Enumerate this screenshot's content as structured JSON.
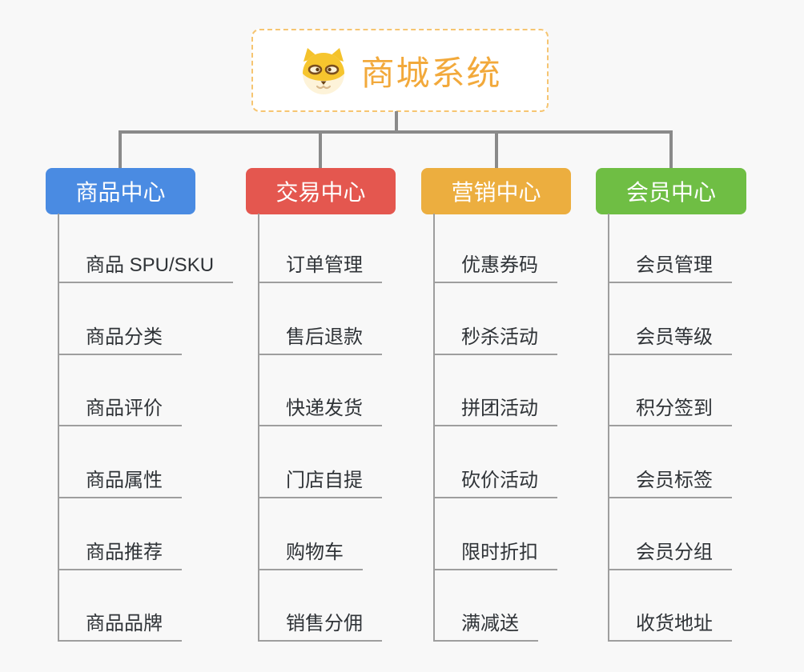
{
  "root": {
    "title": "商城系统",
    "icon": "shiba-dog-icon",
    "accent_color": "#f2a93b"
  },
  "colors": {
    "background": "#f8f8f8",
    "connector": "#8a8a8a",
    "sub_line": "#9e9e9e",
    "sub_text": "#2f3337"
  },
  "branches": [
    {
      "label": "商品中心",
      "color": "#4a8be2",
      "items": [
        "商品 SPU/SKU",
        "商品分类",
        "商品评价",
        "商品属性",
        "商品推荐",
        "商品品牌"
      ]
    },
    {
      "label": "交易中心",
      "color": "#e4574f",
      "items": [
        "订单管理",
        "售后退款",
        "快递发货",
        "门店自提",
        "购物车",
        "销售分佣"
      ]
    },
    {
      "label": "营销中心",
      "color": "#ecae3f",
      "items": [
        "优惠券码",
        "秒杀活动",
        "拼团活动",
        "砍价活动",
        "限时折扣",
        "满减送"
      ]
    },
    {
      "label": "会员中心",
      "color": "#6fbe44",
      "items": [
        "会员管理",
        "会员等级",
        "积分签到",
        "会员标签",
        "会员分组",
        "收货地址"
      ]
    }
  ]
}
